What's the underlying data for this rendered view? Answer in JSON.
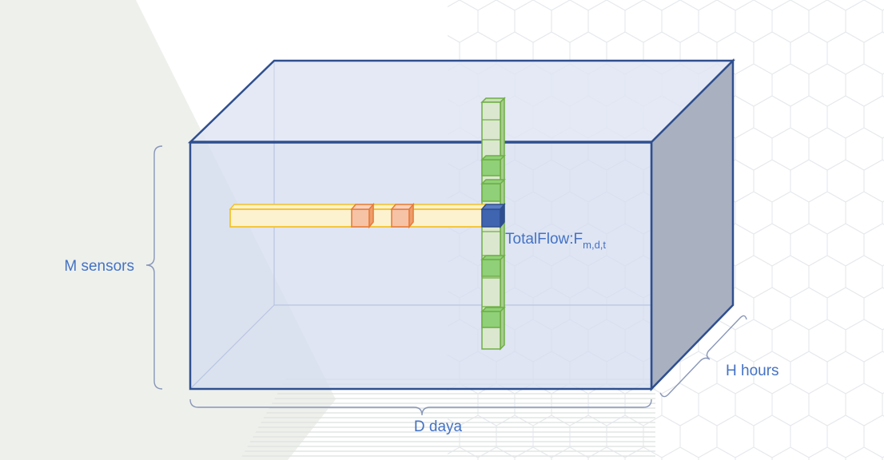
{
  "labels": {
    "m_sensors": "M sensors",
    "h_hours": "H hours",
    "d_days": "D daya",
    "formula_main": "TotalFlow:F",
    "formula_subscript": "m,d,t"
  },
  "colors": {
    "cube_edge": "#2f4f8f",
    "cube_front_fill": "#d6def0",
    "cube_top_fill": "#dfe5f3",
    "cube_side_fill": "#a9b0bf",
    "text_blue": "#4472c4",
    "bracket_gray": "#8896b8",
    "sensor_row_fill": "#fdf2cf",
    "sensor_row_edge": "#f2c230",
    "orange_cell_fill": "#f6c3a7",
    "orange_cell_edge": "#e87d3e",
    "green_column_fill": "#dbe8cf",
    "green_column_edge": "#6fae46",
    "green_cell_fill": "#8fd078",
    "highlight_cell_fill": "#3f64b0",
    "background_gray": "#eef0ec",
    "hex_pattern": "#e6e8ea"
  }
}
